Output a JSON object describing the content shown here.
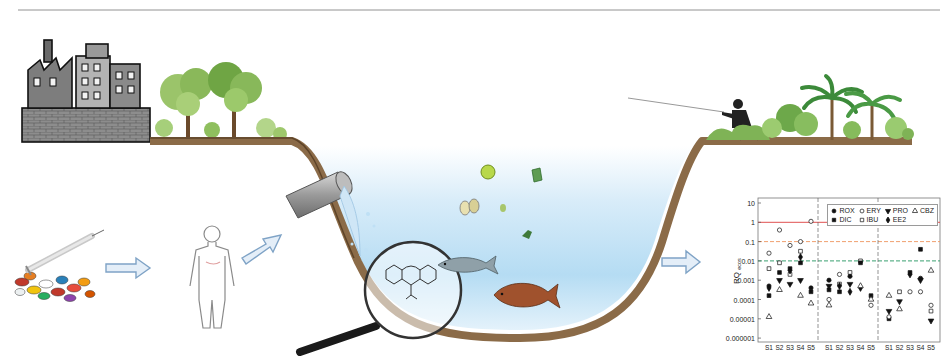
{
  "diagram": {
    "labels": [
      "10",
      "1",
      "0.1",
      "0.01",
      "0.001",
      "0.0001",
      "0.00001",
      "0.000001",
      "RQ",
      "ecos",
      "S1",
      "S2",
      "S3",
      "S4",
      "S5",
      "S1",
      "S2",
      "S3",
      "S4",
      "S5",
      "S1",
      "S2",
      "S3",
      "S4",
      "S5"
    ],
    "legend": [
      {
        "text": "ROX"
      },
      {
        "text": "ERY"
      },
      {
        "text": "PRO"
      },
      {
        "text": "CBZ"
      },
      {
        "text": "DIC"
      },
      {
        "text": "IBU"
      },
      {
        "text": "EE2"
      }
    ]
  }
}
